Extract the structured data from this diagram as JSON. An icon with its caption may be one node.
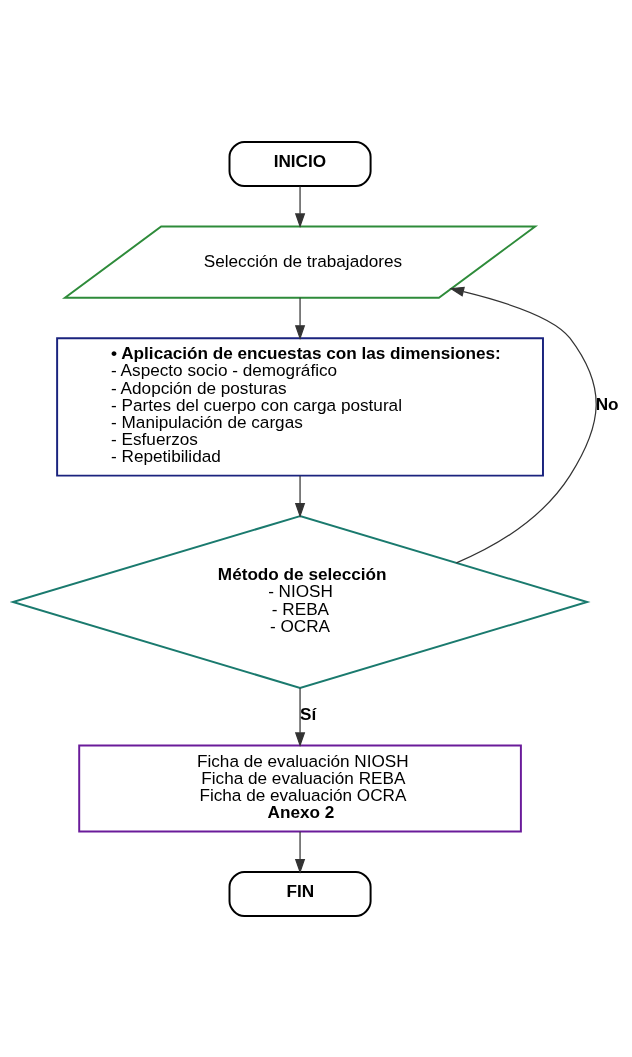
{
  "diagram": {
    "nodes": [
      {
        "text": [
          "INICIO"
        ]
      },
      {
        "text": [
          "Selección de trabajadores"
        ]
      },
      {
        "text": [
          "• Aplicación de encuestas con las dimensiones:",
          "- Aspecto socio - demográfico",
          "- Adopción de posturas",
          "- Partes del cuerpo con carga postural",
          "- Manipulación de cargas",
          "- Esfuerzos",
          "- Repetibilidad"
        ]
      },
      {
        "text": [
          "Método de selección",
          "- NIOSH",
          "- REBA",
          "- OCRA"
        ]
      },
      {
        "text": [
          "Ficha de evaluación NIOSH",
          "Ficha de evaluación REBA",
          "Ficha de evaluación OCRA",
          "Anexo 2"
        ]
      },
      {
        "text": [
          "FIN"
        ]
      }
    ],
    "edges": [
      {
        "from": 0,
        "to": 1,
        "arrow": "to"
      },
      {
        "from": 1,
        "to": 2,
        "arrow": "to"
      },
      {
        "from": 2,
        "to": 3,
        "arrow": "to"
      },
      {
        "from": 3,
        "to": 4,
        "arrow": "to",
        "label": "Sí"
      },
      {
        "from": 3,
        "to": 1,
        "arrow": "to",
        "label": "No"
      },
      {
        "from": 4,
        "to": 5,
        "arrow": "to"
      }
    ]
  }
}
